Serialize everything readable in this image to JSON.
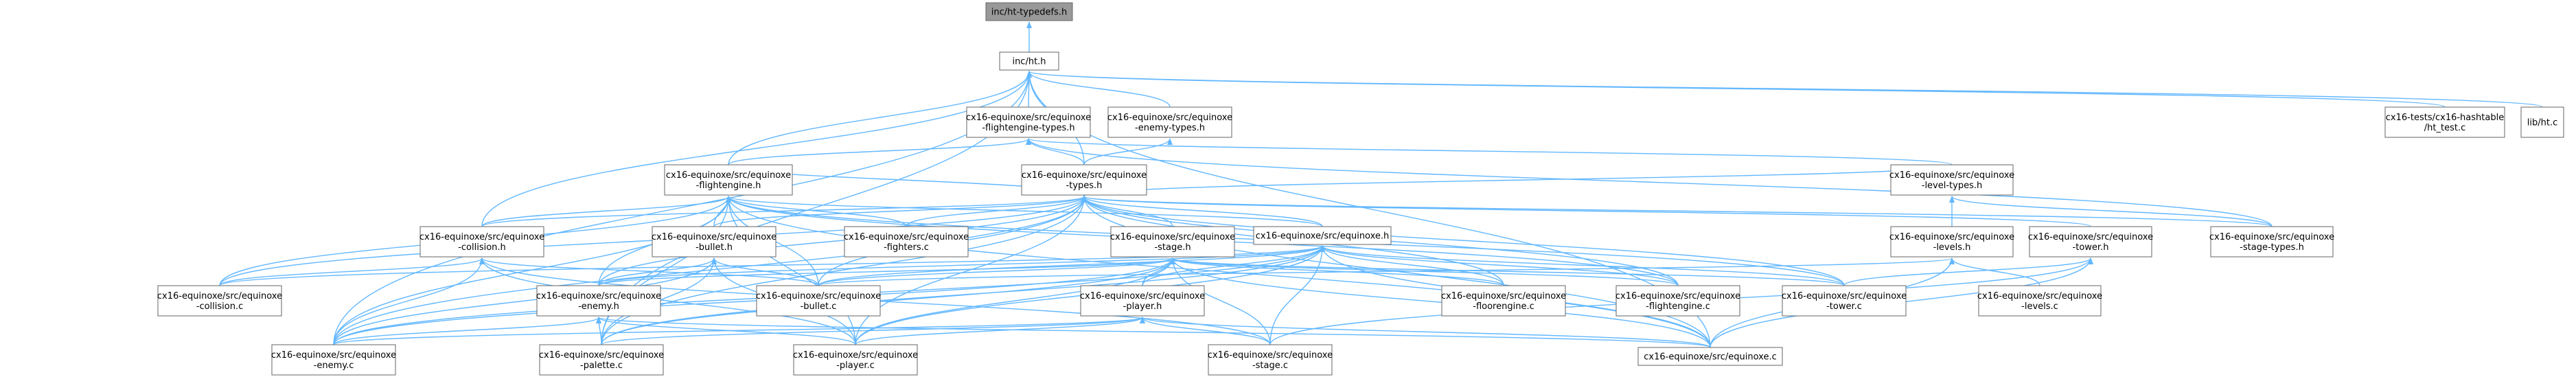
{
  "colors": {
    "edge": "#63b8ff",
    "border": "#666666",
    "root_fill": "#999999",
    "fill": "#ffffff"
  },
  "nodes": [
    {
      "id": "root",
      "lines": [
        "inc/ht-typedefs.h"
      ],
      "root": true
    },
    {
      "id": "ht_h",
      "lines": [
        "inc/ht.h"
      ]
    },
    {
      "id": "fe_types",
      "lines": [
        "cx16-equinoxe/src/equinoxe",
        "-flightengine-types.h"
      ]
    },
    {
      "id": "enemy_types",
      "lines": [
        "cx16-equinoxe/src/equinoxe",
        "-enemy-types.h"
      ]
    },
    {
      "id": "ht_test",
      "lines": [
        "cx16-tests/cx16-hashtable",
        "/ht_test.c"
      ]
    },
    {
      "id": "lib_ht",
      "lines": [
        "lib/ht.c"
      ]
    },
    {
      "id": "fe_h",
      "lines": [
        "cx16-equinoxe/src/equinoxe",
        "-flightengine.h"
      ]
    },
    {
      "id": "types_h",
      "lines": [
        "cx16-equinoxe/src/equinoxe",
        "-types.h"
      ]
    },
    {
      "id": "level_types",
      "lines": [
        "cx16-equinoxe/src/equinoxe",
        "-level-types.h"
      ]
    },
    {
      "id": "collision_h",
      "lines": [
        "cx16-equinoxe/src/equinoxe",
        "-collision.h"
      ]
    },
    {
      "id": "bullet_h",
      "lines": [
        "cx16-equinoxe/src/equinoxe",
        "-bullet.h"
      ]
    },
    {
      "id": "fighters_c",
      "lines": [
        "cx16-equinoxe/src/equinoxe",
        "-fighters.c"
      ]
    },
    {
      "id": "stage_h",
      "lines": [
        "cx16-equinoxe/src/equinoxe",
        "-stage.h"
      ]
    },
    {
      "id": "equinoxe_h",
      "lines": [
        "cx16-equinoxe/src/equinoxe.h"
      ]
    },
    {
      "id": "levels_h",
      "lines": [
        "cx16-equinoxe/src/equinoxe",
        "-levels.h"
      ]
    },
    {
      "id": "tower_h",
      "lines": [
        "cx16-equinoxe/src/equinoxe",
        "-tower.h"
      ]
    },
    {
      "id": "stage_types",
      "lines": [
        "cx16-equinoxe/src/equinoxe",
        "-stage-types.h"
      ]
    },
    {
      "id": "collision_c",
      "lines": [
        "cx16-equinoxe/src/equinoxe",
        "-collision.c"
      ]
    },
    {
      "id": "enemy_h",
      "lines": [
        "cx16-equinoxe/src/equinoxe",
        "-enemy.h"
      ]
    },
    {
      "id": "bullet_c",
      "lines": [
        "cx16-equinoxe/src/equinoxe",
        "-bullet.c"
      ]
    },
    {
      "id": "player_h",
      "lines": [
        "cx16-equinoxe/src/equinoxe",
        "-player.h"
      ]
    },
    {
      "id": "floorengine_c",
      "lines": [
        "cx16-equinoxe/src/equinoxe",
        "-floorengine.c"
      ]
    },
    {
      "id": "flightengine_c",
      "lines": [
        "cx16-equinoxe/src/equinoxe",
        "-flightengine.c"
      ]
    },
    {
      "id": "tower_c",
      "lines": [
        "cx16-equinoxe/src/equinoxe",
        "-tower.c"
      ]
    },
    {
      "id": "levels_c",
      "lines": [
        "cx16-equinoxe/src/equinoxe",
        "-levels.c"
      ]
    },
    {
      "id": "enemy_c",
      "lines": [
        "cx16-equinoxe/src/equinoxe",
        "-enemy.c"
      ]
    },
    {
      "id": "palette_c",
      "lines": [
        "cx16-equinoxe/src/equinoxe",
        "-palette.c"
      ]
    },
    {
      "id": "player_c",
      "lines": [
        "cx16-equinoxe/src/equinoxe",
        "-player.c"
      ]
    },
    {
      "id": "stage_c",
      "lines": [
        "cx16-equinoxe/src/equinoxe",
        "-stage.c"
      ]
    },
    {
      "id": "equinoxe_c",
      "lines": [
        "cx16-equinoxe/src/equinoxe.c"
      ]
    }
  ],
  "edges": [
    [
      "ht_h",
      "root"
    ],
    [
      "fe_types",
      "ht_h"
    ],
    [
      "enemy_types",
      "ht_h"
    ],
    [
      "ht_test",
      "ht_h"
    ],
    [
      "lib_ht",
      "ht_h"
    ],
    [
      "fe_h",
      "ht_h"
    ],
    [
      "types_h",
      "ht_h"
    ],
    [
      "collision_h",
      "ht_h"
    ],
    [
      "enemy_c",
      "ht_h"
    ],
    [
      "palette_c",
      "ht_h"
    ],
    [
      "equinoxe_c",
      "ht_h"
    ],
    [
      "types_h",
      "fe_types"
    ],
    [
      "types_h",
      "enemy_types"
    ],
    [
      "fe_h",
      "fe_types"
    ],
    [
      "level_types",
      "fe_types"
    ],
    [
      "stage_types",
      "fe_types"
    ],
    [
      "fe_h",
      "types_h"
    ],
    [
      "level_types",
      "types_h"
    ],
    [
      "collision_h",
      "types_h"
    ],
    [
      "bullet_h",
      "types_h"
    ],
    [
      "fighters_c",
      "types_h"
    ],
    [
      "stage_h",
      "types_h"
    ],
    [
      "equinoxe_h",
      "types_h"
    ],
    [
      "stage_types",
      "types_h"
    ],
    [
      "tower_h",
      "types_h"
    ],
    [
      "collision_c",
      "types_h"
    ],
    [
      "enemy_h",
      "types_h"
    ],
    [
      "bullet_c",
      "types_h"
    ],
    [
      "floorengine_c",
      "types_h"
    ],
    [
      "flightengine_c",
      "types_h"
    ],
    [
      "tower_c",
      "types_h"
    ],
    [
      "enemy_c",
      "types_h"
    ],
    [
      "palette_c",
      "types_h"
    ],
    [
      "player_c",
      "types_h"
    ],
    [
      "equinoxe_c",
      "types_h"
    ],
    [
      "collision_h",
      "fe_h"
    ],
    [
      "bullet_h",
      "fe_h"
    ],
    [
      "fighters_c",
      "fe_h"
    ],
    [
      "equinoxe_h",
      "fe_h"
    ],
    [
      "collision_c",
      "fe_h"
    ],
    [
      "enemy_h",
      "fe_h"
    ],
    [
      "bullet_c",
      "fe_h"
    ],
    [
      "flightengine_c",
      "fe_h"
    ],
    [
      "enemy_c",
      "fe_h"
    ],
    [
      "palette_c",
      "fe_h"
    ],
    [
      "player_c",
      "fe_h"
    ],
    [
      "equinoxe_c",
      "fe_h"
    ],
    [
      "tower_c",
      "fe_h"
    ],
    [
      "levels_h",
      "level_types"
    ],
    [
      "stage_types",
      "level_types"
    ],
    [
      "collision_c",
      "collision_h"
    ],
    [
      "enemy_c",
      "collision_h"
    ],
    [
      "bullet_c",
      "collision_h"
    ],
    [
      "player_c",
      "collision_h"
    ],
    [
      "stage_c",
      "collision_h"
    ],
    [
      "bullet_c",
      "bullet_h"
    ],
    [
      "enemy_h",
      "bullet_h"
    ],
    [
      "enemy_c",
      "bullet_h"
    ],
    [
      "player_c",
      "bullet_h"
    ],
    [
      "palette_c",
      "bullet_h"
    ],
    [
      "enemy_h",
      "stage_h"
    ],
    [
      "player_h",
      "stage_h"
    ],
    [
      "bullet_c",
      "stage_h"
    ],
    [
      "floorengine_c",
      "stage_h"
    ],
    [
      "flightengine_c",
      "stage_h"
    ],
    [
      "tower_c",
      "stage_h"
    ],
    [
      "stage_c",
      "stage_h"
    ],
    [
      "equinoxe_c",
      "stage_h"
    ],
    [
      "enemy_c",
      "stage_h"
    ],
    [
      "player_c",
      "stage_h"
    ],
    [
      "palette_c",
      "stage_h"
    ],
    [
      "collision_c",
      "equinoxe_h"
    ],
    [
      "enemy_h",
      "equinoxe_h"
    ],
    [
      "bullet_c",
      "equinoxe_h"
    ],
    [
      "player_h",
      "equinoxe_h"
    ],
    [
      "floorengine_c",
      "equinoxe_h"
    ],
    [
      "flightengine_c",
      "equinoxe_h"
    ],
    [
      "tower_c",
      "equinoxe_h"
    ],
    [
      "enemy_c",
      "equinoxe_h"
    ],
    [
      "palette_c",
      "equinoxe_h"
    ],
    [
      "player_c",
      "equinoxe_h"
    ],
    [
      "stage_c",
      "equinoxe_h"
    ],
    [
      "equinoxe_c",
      "equinoxe_h"
    ],
    [
      "bullet_c",
      "levels_h"
    ],
    [
      "levels_c",
      "levels_h"
    ],
    [
      "equinoxe_c",
      "levels_h"
    ],
    [
      "tower_c",
      "tower_h"
    ],
    [
      "equinoxe_c",
      "tower_h"
    ],
    [
      "stage_c",
      "tower_h"
    ],
    [
      "enemy_c",
      "enemy_h"
    ],
    [
      "palette_c",
      "enemy_h"
    ],
    [
      "player_c",
      "enemy_h"
    ],
    [
      "equinoxe_c",
      "enemy_h"
    ],
    [
      "palette_c",
      "player_h"
    ],
    [
      "player_c",
      "player_h"
    ],
    [
      "stage_c",
      "player_h"
    ],
    [
      "equinoxe_c",
      "player_h"
    ],
    [
      "enemy_c",
      "player_h"
    ]
  ]
}
